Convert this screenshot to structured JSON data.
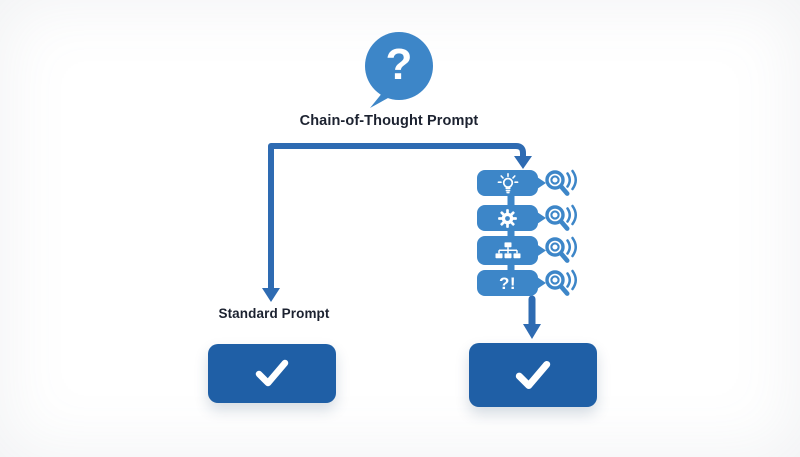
{
  "diagram": {
    "question_bubble": {
      "icon": "question-speech-bubble-icon",
      "glyph": "?"
    },
    "branches": {
      "right_label": "Chain-of-Thought Prompt",
      "left_label": "Standard Prompt"
    },
    "chain_steps": [
      {
        "icon": "lightbulb-idea-icon",
        "inspect_icon": "magnifier-waves-icon"
      },
      {
        "icon": "gear-process-icon",
        "inspect_icon": "magnifier-waves-icon"
      },
      {
        "icon": "org-chart-structure-icon",
        "inspect_icon": "magnifier-waves-icon"
      },
      {
        "icon": "question-exclamation-glyph",
        "glyph": "?!",
        "inspect_icon": "magnifier-waves-icon"
      }
    ],
    "results": {
      "left": {
        "icon": "checkmark-icon"
      },
      "right": {
        "icon": "checkmark-icon"
      }
    },
    "colors": {
      "speech_bubble_blue": "#3d86c8",
      "arrow_blue": "#2e6bb2",
      "result_box_blue": "#1f5fa6",
      "label_text": "#1c2230",
      "icon_white": "#ffffff",
      "background": "#ffffff"
    }
  }
}
